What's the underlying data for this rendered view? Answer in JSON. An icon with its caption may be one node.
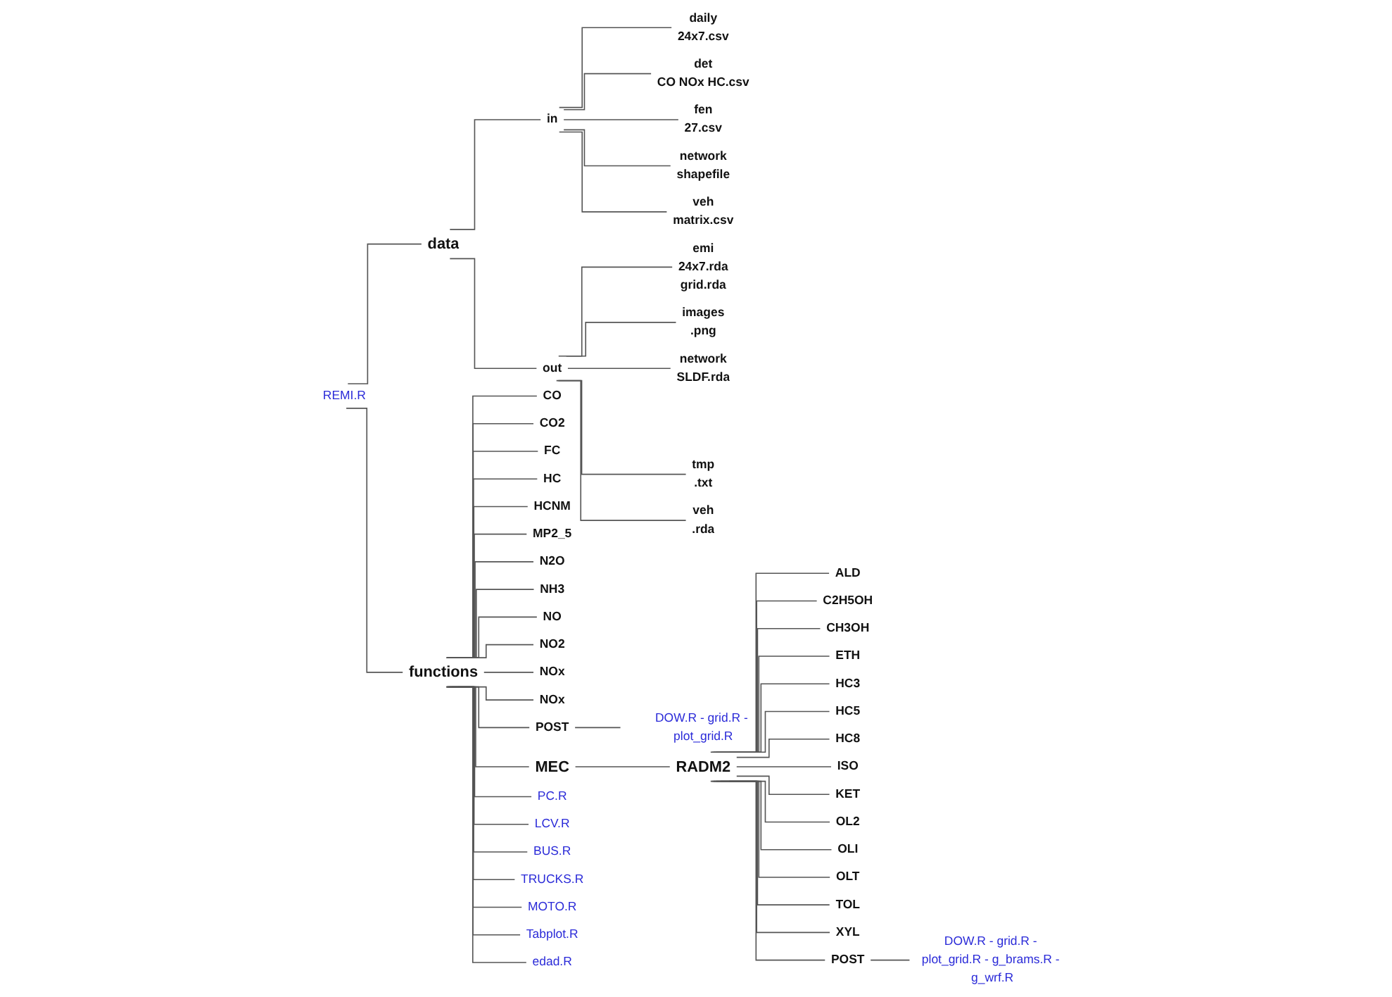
{
  "diagram": {
    "nodes": [
      {
        "text": [
          "data"
        ]
      },
      {
        "text": [
          "in"
        ]
      },
      {
        "text": [
          "daily"
        ],
        "beside": [
          "24x7.csv"
        ]
      },
      {
        "text": [
          "det"
        ],
        "beside": [
          "CO NOx HC.csv"
        ]
      },
      {
        "text": [
          "fen"
        ],
        "beside": [
          "27.csv"
        ]
      },
      {
        "text": [
          "network"
        ],
        "beside": [
          "shapefile"
        ]
      },
      {
        "text": [
          "veh"
        ],
        "beside": [
          "matrix.csv"
        ]
      },
      {
        "text": [
          "out"
        ]
      },
      {
        "text": [
          "emi"
        ],
        "beside": [
          "24x7.rda",
          "grid.rda"
        ]
      },
      {
        "text": [
          "images"
        ],
        "beside": [
          ".png"
        ]
      },
      {
        "text": [
          "network"
        ],
        "beside": [
          "SLDF.rda"
        ]
      },
      {
        "text": [
          "tmp"
        ],
        "beside": [
          ".txt"
        ]
      },
      {
        "text": [
          "veh"
        ],
        "beside": [
          ".rda"
        ]
      },
      {
        "text": [
          "functions"
        ]
      },
      {
        "text": [
          "CO"
        ]
      },
      {
        "text": [
          "CO2"
        ]
      },
      {
        "text": [
          "FC"
        ]
      },
      {
        "text": [
          "HC"
        ]
      },
      {
        "text": [
          "HCNM"
        ]
      },
      {
        "text": [
          "MP2_5"
        ]
      },
      {
        "text": [
          "N2O"
        ]
      },
      {
        "text": [
          "NH3"
        ]
      },
      {
        "text": [
          "NO"
        ]
      },
      {
        "text": [
          "NO2"
        ]
      },
      {
        "text": [
          "NOx"
        ]
      },
      {
        "text": [
          "NOx"
        ]
      },
      {
        "text": [
          "POST"
        ]
      },
      {
        "text": [
          "MEC"
        ]
      },
      {
        "text": [
          "DOW.R - grid.R - plot_grid.R"
        ]
      },
      {
        "text": [
          "RADM2"
        ]
      },
      {
        "text": [
          "ALD"
        ]
      },
      {
        "text": [
          "C2H5OH"
        ]
      },
      {
        "text": [
          "CH3OH"
        ]
      },
      {
        "text": [
          "ETH"
        ]
      },
      {
        "text": [
          "HC3"
        ]
      },
      {
        "text": [
          "HC5"
        ]
      },
      {
        "text": [
          "HC8"
        ]
      },
      {
        "text": [
          "ISO"
        ]
      },
      {
        "text": [
          "KET"
        ]
      },
      {
        "text": [
          "OL2"
        ]
      },
      {
        "text": [
          "OLI"
        ]
      },
      {
        "text": [
          "OLT"
        ]
      },
      {
        "text": [
          "TOL"
        ]
      },
      {
        "text": [
          "XYL"
        ]
      },
      {
        "text": [
          "POST"
        ]
      },
      {
        "text": [
          "DOW.R - grid.R - plot_grid.R - g_brams.R - g_wrf.R"
        ]
      },
      {
        "text": [
          "PC.R"
        ]
      },
      {
        "text": [
          "LCV.R"
        ]
      },
      {
        "text": [
          "BUS.R"
        ]
      },
      {
        "text": [
          "TRUCKS.R"
        ]
      },
      {
        "text": [
          "MOTO.R"
        ]
      },
      {
        "text": [
          "Tabplot.R"
        ]
      },
      {
        "text": [
          "edad.R"
        ]
      },
      {
        "text": [
          "REMI.R"
        ]
      }
    ],
    "edges": [
      {
        "from": 53,
        "to": 0,
        "arrow": "none"
      },
      {
        "from": 53,
        "to": 13,
        "arrow": "none"
      },
      {
        "from": 0,
        "to": 1,
        "arrow": "none"
      },
      {
        "from": 0,
        "to": 7,
        "arrow": "none"
      },
      {
        "from": 1,
        "to": 2,
        "arrow": "none"
      },
      {
        "from": 1,
        "to": 3,
        "arrow": "none"
      },
      {
        "from": 1,
        "to": 4,
        "arrow": "none"
      },
      {
        "from": 1,
        "to": 5,
        "arrow": "none"
      },
      {
        "from": 1,
        "to": 6,
        "arrow": "none"
      },
      {
        "from": 7,
        "to": 8,
        "arrow": "none"
      },
      {
        "from": 7,
        "to": 9,
        "arrow": "none"
      },
      {
        "from": 7,
        "to": 10,
        "arrow": "none"
      },
      {
        "from": 7,
        "to": 11,
        "arrow": "none"
      },
      {
        "from": 7,
        "to": 12,
        "arrow": "none"
      },
      {
        "from": 13,
        "to": 14,
        "arrow": "none"
      },
      {
        "from": 13,
        "to": 15,
        "arrow": "none"
      },
      {
        "from": 13,
        "to": 16,
        "arrow": "none"
      },
      {
        "from": 13,
        "to": 17,
        "arrow": "none"
      },
      {
        "from": 13,
        "to": 18,
        "arrow": "none"
      },
      {
        "from": 13,
        "to": 19,
        "arrow": "none"
      },
      {
        "from": 13,
        "to": 20,
        "arrow": "none"
      },
      {
        "from": 13,
        "to": 21,
        "arrow": "none"
      },
      {
        "from": 13,
        "to": 22,
        "arrow": "none"
      },
      {
        "from": 13,
        "to": 23,
        "arrow": "none"
      },
      {
        "from": 13,
        "to": 24,
        "arrow": "none"
      },
      {
        "from": 13,
        "to": 25,
        "arrow": "none"
      },
      {
        "from": 13,
        "to": 26,
        "arrow": "none"
      },
      {
        "from": 13,
        "to": 27,
        "arrow": "none"
      },
      {
        "from": 26,
        "to": 28,
        "arrow": "none"
      },
      {
        "from": 27,
        "to": 29,
        "arrow": "none"
      },
      {
        "from": 29,
        "to": 30,
        "arrow": "none"
      },
      {
        "from": 29,
        "to": 31,
        "arrow": "none"
      },
      {
        "from": 29,
        "to": 32,
        "arrow": "none"
      },
      {
        "from": 29,
        "to": 33,
        "arrow": "none"
      },
      {
        "from": 29,
        "to": 34,
        "arrow": "none"
      },
      {
        "from": 29,
        "to": 35,
        "arrow": "none"
      },
      {
        "from": 29,
        "to": 36,
        "arrow": "none"
      },
      {
        "from": 29,
        "to": 37,
        "arrow": "none"
      },
      {
        "from": 29,
        "to": 38,
        "arrow": "none"
      },
      {
        "from": 29,
        "to": 39,
        "arrow": "none"
      },
      {
        "from": 29,
        "to": 40,
        "arrow": "none"
      },
      {
        "from": 29,
        "to": 41,
        "arrow": "none"
      },
      {
        "from": 29,
        "to": 42,
        "arrow": "none"
      },
      {
        "from": 29,
        "to": 43,
        "arrow": "none"
      },
      {
        "from": 29,
        "to": 44,
        "arrow": "none"
      },
      {
        "from": 44,
        "to": 45,
        "arrow": "none"
      },
      {
        "from": 13,
        "to": 46,
        "arrow": "none"
      },
      {
        "from": 13,
        "to": 47,
        "arrow": "none"
      },
      {
        "from": 13,
        "to": 48,
        "arrow": "none"
      },
      {
        "from": 13,
        "to": 49,
        "arrow": "none"
      },
      {
        "from": 13,
        "to": 50,
        "arrow": "none"
      },
      {
        "from": 13,
        "to": 51,
        "arrow": "none"
      },
      {
        "from": 13,
        "to": 52,
        "arrow": "none"
      }
    ]
  }
}
